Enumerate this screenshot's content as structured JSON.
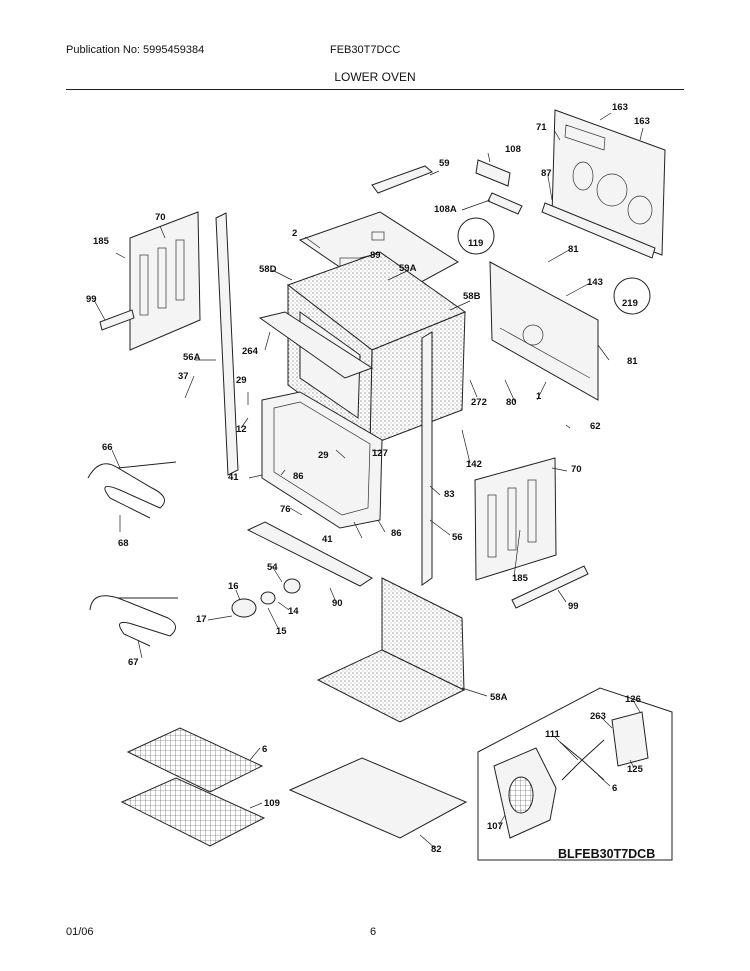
{
  "header": {
    "publication": "Publication No: 5995459384",
    "model": "FEB30T7DCC",
    "section": "LOWER OVEN"
  },
  "callouts": [
    "163",
    "71",
    "163",
    "108",
    "59",
    "87",
    "108A",
    "2",
    "70",
    "185",
    "119",
    "89",
    "58D",
    "59A",
    "81",
    "143",
    "58B",
    "219",
    "99",
    "264",
    "56A",
    "81",
    "37",
    "29",
    "272",
    "80",
    "1",
    "12",
    "62",
    "66",
    "29",
    "127",
    "142",
    "41",
    "86",
    "70",
    "83",
    "76",
    "68",
    "41",
    "86",
    "56",
    "16",
    "54",
    "90",
    "185",
    "99",
    "17",
    "14",
    "15",
    "67",
    "58A",
    "126",
    "263",
    "111",
    "6",
    "125",
    "109",
    "6",
    "107",
    "82"
  ],
  "diagram_code": "BLFEB30T7DCB",
  "footer": {
    "date": "01/06",
    "page": "6"
  }
}
